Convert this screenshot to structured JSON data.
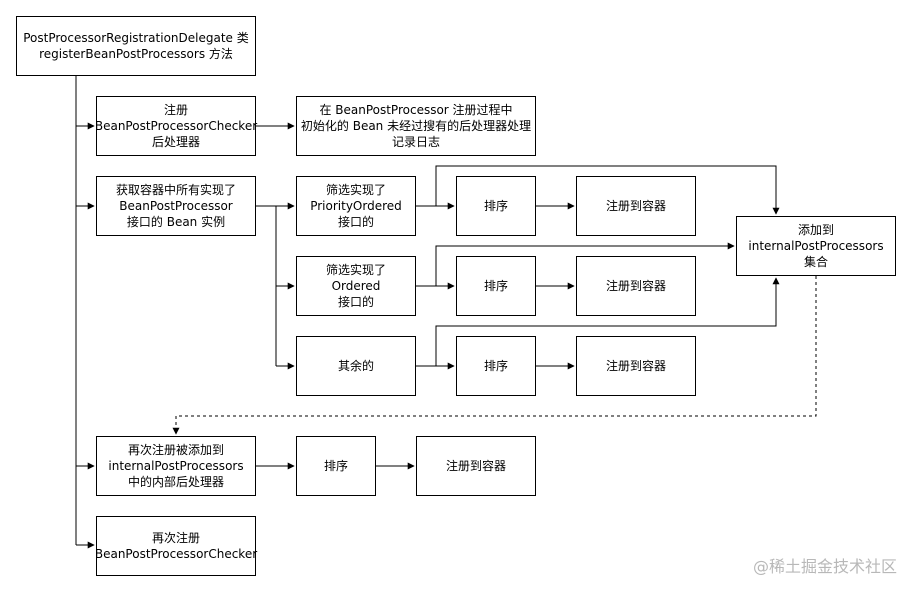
{
  "nodes": {
    "delegate": [
      "PostProcessorRegistrationDelegate 类",
      "registerBeanPostProcessors 方法"
    ],
    "checker": [
      "注册",
      "BeanPostProcessorChecker",
      "后处理器"
    ],
    "note": [
      "在 BeanPostProcessor 注册过程中",
      "初始化的 Bean 未经过搜有的后处理器处理",
      "记录日志"
    ],
    "get_all": [
      "获取容器中所有实现了",
      "BeanPostProcessor",
      "接口的 Bean 实例"
    ],
    "priority": [
      "筛选实现了",
      "PriorityOrdered",
      "接口的"
    ],
    "ordered": [
      "筛选实现了",
      "Ordered",
      "接口的"
    ],
    "rest": [
      "其余的"
    ],
    "sort_1": [
      "排序"
    ],
    "sort_2": [
      "排序"
    ],
    "sort_3": [
      "排序"
    ],
    "register_1": [
      "注册到容器"
    ],
    "register_2": [
      "注册到容器"
    ],
    "register_3": [
      "注册到容器"
    ],
    "internal": [
      "添加到",
      "internalPostProcessors",
      "集合"
    ],
    "reregister_internal": [
      "再次注册被添加到",
      "internalPostProcessors",
      "中的内部后处理器"
    ],
    "sort_4": [
      "排序"
    ],
    "register_4": [
      "注册到容器"
    ],
    "reregister_checker": [
      "再次注册",
      "BeanPostProcessorChecker"
    ]
  },
  "watermark": "@稀土掘金技术社区"
}
